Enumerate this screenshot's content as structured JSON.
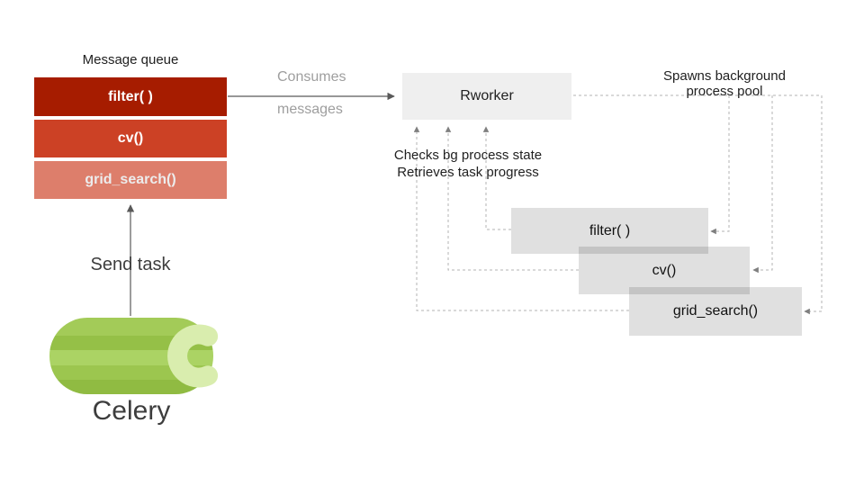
{
  "diagram": {
    "background": "#ffffff"
  },
  "message_queue": {
    "title": "Message queue",
    "tasks": [
      {
        "label": "filter( )",
        "color": "#a61c00",
        "text_color": "#ffffff"
      },
      {
        "label": "cv()",
        "color": "#cc4125",
        "text_color": "#ffffff"
      },
      {
        "label": "grid_search()",
        "color": "#dd7e6b",
        "text_color": "#ececec"
      }
    ]
  },
  "labels": {
    "consumes": {
      "line1": "Consumes",
      "line2": "messages",
      "color": "#9e9e9e"
    },
    "spawns": {
      "line1": "Spawns background",
      "line2": "process pool",
      "color": "#212121"
    },
    "checks": {
      "line1": "Checks bg process state",
      "line2": "Retrieves task progress",
      "color": "#212121"
    },
    "send_task": "Send task"
  },
  "rworker": {
    "label": "Rworker",
    "background": "#efefef"
  },
  "process_pool": {
    "boxes": [
      {
        "label": "filter( )"
      },
      {
        "label": "cv()"
      },
      {
        "label": "grid_search()"
      }
    ],
    "box_color": "#e0e0e0"
  },
  "celery": {
    "label": "Celery",
    "colors": {
      "body": "#9fc84f",
      "stripe_light": "#abd364",
      "stripe_dark": "#92bd45",
      "cap": "#d9edae"
    }
  },
  "connector_colors": {
    "solid_arrow": "#595959",
    "dashed_line": "#b3b3b3",
    "dashed_arrowhead": "#7f7f7f"
  }
}
